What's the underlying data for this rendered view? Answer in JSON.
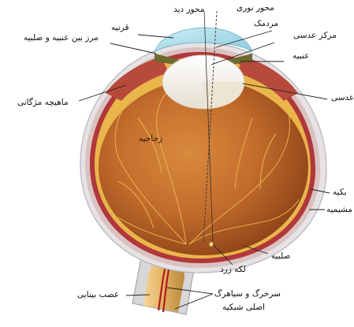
{
  "labels": {
    "visual_axis": "محور دید",
    "optical_axis": "محور نوری",
    "cornea": "قرنیه",
    "pupil": "مردمک",
    "limbus": "مرز بین عنبیه و صلبیه",
    "lens_center": "مرکز عدسی",
    "iris": "عنبیه",
    "lens_cut": "عدسی",
    "ciliary_muscle": "ماهیچه مژگانی",
    "vitreous": "زجاجیه",
    "retina_cut": "بکیه",
    "choroid": "مشیمیه",
    "sclera": "صلبیه",
    "macula": "لکه زرد",
    "optic_nerve": "عصب بینایی",
    "vessels_line1": "سرخرگ و سیاهرگ",
    "vessels_line2": "اصلی شبکیه"
  },
  "colors": {
    "sclera": "#e8e4e6",
    "choroid": "#b1383a",
    "retina": "#eab54b",
    "vitreous": "#c26c2c",
    "lens": "#f3f0ea",
    "cornea": "#a9dbe8",
    "nerve": "#e1b060",
    "vessel": "#b01c1c"
  }
}
